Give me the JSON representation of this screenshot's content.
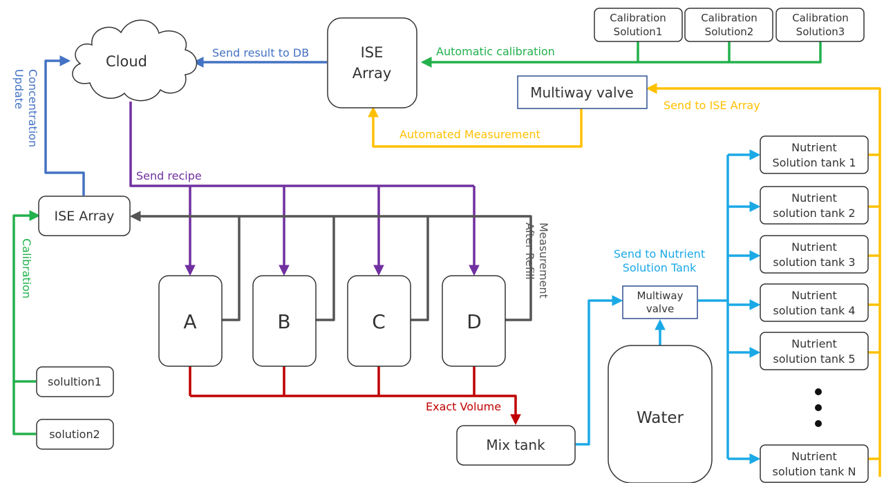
{
  "colors": {
    "blue_dark": "#4472c4",
    "green": "#22b14c",
    "purple": "#7030a0",
    "gray": "#555555",
    "red": "#c00000",
    "orange": "#ffc000",
    "cyan": "#1ba9e6"
  },
  "nodes": {
    "cloud": "Cloud",
    "ise_top_line1": "ISE",
    "ise_top_line2": "Array",
    "ise_left": "ISE Array",
    "cal1_line1": "Calibration",
    "cal1_line2": "Solution1",
    "cal2_line1": "Calibration",
    "cal2_line2": "Solution2",
    "cal3_line1": "Calibration",
    "cal3_line2": "Solution3",
    "multiway_top": "Multiway valve",
    "tank_a": "A",
    "tank_b": "B",
    "tank_c": "C",
    "tank_d": "D",
    "solution1": "solultion1",
    "solution2": "solution2",
    "mix_tank": "Mix tank",
    "water": "Water",
    "multiway_small_line1": "Multiway",
    "multiway_small_line2": "valve",
    "nt1_line1": "Nutrient",
    "nt1_line2": "Solution tank 1",
    "nt2_line1": "Nutrient",
    "nt2_line2": "solution tank 2",
    "nt3_line1": "Nutrient",
    "nt3_line2": "solution tank 3",
    "nt4_line1": "Nutrient",
    "nt4_line2": "solution tank 4",
    "nt5_line1": "Nutrient",
    "nt5_line2": "solution tank 5",
    "ntn_line1": "Nutrient",
    "ntn_line2": "solution tank N"
  },
  "labels": {
    "send_result": "Send result to DB",
    "auto_calibration": "Automatic calibration",
    "send_to_ise": "Send to ISE Array",
    "automated_measurement": "Automated Measurement",
    "concentration_line1": "Concentration",
    "concentration_line2": "Update",
    "send_recipe": "Send recipe",
    "calibration": "Calibration",
    "measurement_line1": "Measurement",
    "measurement_line2": "After Refill",
    "exact_volume": "Exact Volume",
    "send_nutrient_line1": "Send to Nutrient",
    "send_nutrient_line2": "Solution Tank"
  }
}
